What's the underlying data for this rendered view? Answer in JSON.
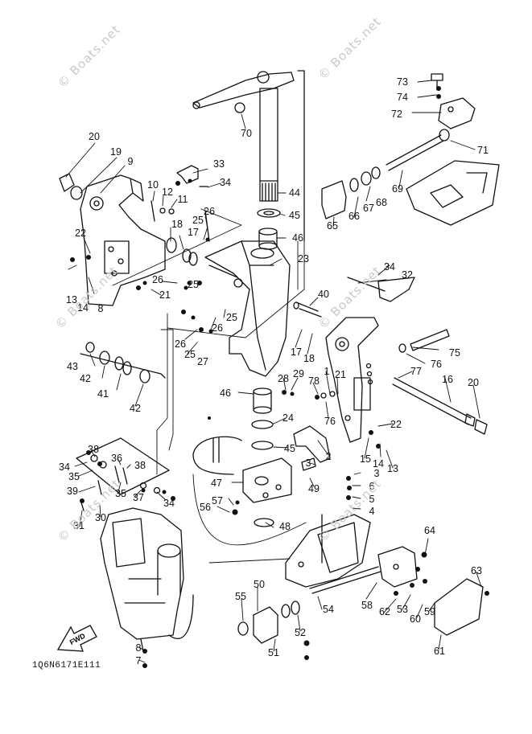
{
  "watermark": "© Boats.net",
  "fwd_label": "FWD",
  "diagram_code": "1Q6N6171E111",
  "callouts": [
    {
      "id": "c20a",
      "text": "20"
    },
    {
      "id": "c19",
      "text": "19"
    },
    {
      "id": "c9",
      "text": "9"
    },
    {
      "id": "c10",
      "text": "10"
    },
    {
      "id": "c12",
      "text": "12"
    },
    {
      "id": "c11",
      "text": "11"
    },
    {
      "id": "c33",
      "text": "33"
    },
    {
      "id": "c34a",
      "text": "34"
    },
    {
      "id": "c70",
      "text": "70"
    },
    {
      "id": "c44",
      "text": "44"
    },
    {
      "id": "c45a",
      "text": "45"
    },
    {
      "id": "c46a",
      "text": "46"
    },
    {
      "id": "c73",
      "text": "73"
    },
    {
      "id": "c74",
      "text": "74"
    },
    {
      "id": "c72",
      "text": "72"
    },
    {
      "id": "c71",
      "text": "71"
    },
    {
      "id": "c69",
      "text": "69"
    },
    {
      "id": "c68",
      "text": "68"
    },
    {
      "id": "c67",
      "text": "67"
    },
    {
      "id": "c66",
      "text": "66"
    },
    {
      "id": "c65",
      "text": "65"
    },
    {
      "id": "c18a",
      "text": "18"
    },
    {
      "id": "c26a",
      "text": "26"
    },
    {
      "id": "c25a",
      "text": "25"
    },
    {
      "id": "c17a",
      "text": "17"
    },
    {
      "id": "c22a",
      "text": "22"
    },
    {
      "id": "c13a",
      "text": "13"
    },
    {
      "id": "c14a",
      "text": "14"
    },
    {
      "id": "c8a",
      "text": "8"
    },
    {
      "id": "c26b",
      "text": "26"
    },
    {
      "id": "c25b",
      "text": "25"
    },
    {
      "id": "c21a",
      "text": "21"
    },
    {
      "id": "c23",
      "text": "23"
    },
    {
      "id": "c34b",
      "text": "34"
    },
    {
      "id": "c32",
      "text": "32"
    },
    {
      "id": "c40",
      "text": "40"
    },
    {
      "id": "c26c",
      "text": "26"
    },
    {
      "id": "c25c",
      "text": "25"
    },
    {
      "id": "c26d",
      "text": "26"
    },
    {
      "id": "c25d",
      "text": "25"
    },
    {
      "id": "c27",
      "text": "27"
    },
    {
      "id": "c43",
      "text": "43"
    },
    {
      "id": "c42a",
      "text": "42"
    },
    {
      "id": "c41",
      "text": "41"
    },
    {
      "id": "c42b",
      "text": "42"
    },
    {
      "id": "c17b",
      "text": "17"
    },
    {
      "id": "c18b",
      "text": "18"
    },
    {
      "id": "c75",
      "text": "75"
    },
    {
      "id": "c76a",
      "text": "76"
    },
    {
      "id": "c77",
      "text": "77"
    },
    {
      "id": "c28",
      "text": "28"
    },
    {
      "id": "c29",
      "text": "29"
    },
    {
      "id": "c78",
      "text": "78"
    },
    {
      "id": "c1",
      "text": "1"
    },
    {
      "id": "c21b",
      "text": "21"
    },
    {
      "id": "c16",
      "text": "16"
    },
    {
      "id": "c20b",
      "text": "20"
    },
    {
      "id": "c46b",
      "text": "46"
    },
    {
      "id": "c76b",
      "text": "76"
    },
    {
      "id": "c22b",
      "text": "22"
    },
    {
      "id": "c24",
      "text": "24"
    },
    {
      "id": "c45b",
      "text": "45"
    },
    {
      "id": "c2",
      "text": "2"
    },
    {
      "id": "c3a",
      "text": "3"
    },
    {
      "id": "c15",
      "text": "15"
    },
    {
      "id": "c14b",
      "text": "14"
    },
    {
      "id": "c13b",
      "text": "13"
    },
    {
      "id": "c3b",
      "text": "3"
    },
    {
      "id": "c6",
      "text": "6"
    },
    {
      "id": "c5",
      "text": "5"
    },
    {
      "id": "c4",
      "text": "4"
    },
    {
      "id": "c49",
      "text": "49"
    },
    {
      "id": "c47",
      "text": "47"
    },
    {
      "id": "c57",
      "text": "57"
    },
    {
      "id": "c56",
      "text": "56"
    },
    {
      "id": "c48",
      "text": "48"
    },
    {
      "id": "c38a",
      "text": "38"
    },
    {
      "id": "c36",
      "text": "36"
    },
    {
      "id": "c38b",
      "text": "38"
    },
    {
      "id": "c34c",
      "text": "34"
    },
    {
      "id": "c35a",
      "text": "35"
    },
    {
      "id": "c35b",
      "text": "35"
    },
    {
      "id": "c37",
      "text": "37"
    },
    {
      "id": "c34d",
      "text": "34"
    },
    {
      "id": "c39",
      "text": "39"
    },
    {
      "id": "c31",
      "text": "31"
    },
    {
      "id": "c30",
      "text": "30"
    },
    {
      "id": "c64",
      "text": "64"
    },
    {
      "id": "c63",
      "text": "63"
    },
    {
      "id": "c50",
      "text": "50"
    },
    {
      "id": "c55",
      "text": "55"
    },
    {
      "id": "c54",
      "text": "54"
    },
    {
      "id": "c58",
      "text": "58"
    },
    {
      "id": "c62",
      "text": "62"
    },
    {
      "id": "c53",
      "text": "53"
    },
    {
      "id": "c60",
      "text": "60"
    },
    {
      "id": "c59",
      "text": "59"
    },
    {
      "id": "c52",
      "text": "52"
    },
    {
      "id": "c51",
      "text": "51"
    },
    {
      "id": "c61",
      "text": "61"
    },
    {
      "id": "c8b",
      "text": "8"
    },
    {
      "id": "c7",
      "text": "7"
    }
  ]
}
